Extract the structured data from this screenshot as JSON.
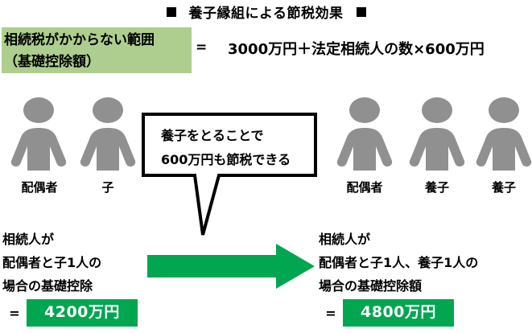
{
  "title": {
    "text": "養子縁組による節税効果",
    "marker": "■"
  },
  "formula": {
    "highlight_line1": "相続税がかからない範囲",
    "highlight_line2": "（基礎控除額）",
    "equals": "=",
    "expression": "3000万円＋法定相続人の数×600万円"
  },
  "people": {
    "left": [
      {
        "label": "配偶者"
      },
      {
        "label": "子"
      }
    ],
    "right": [
      {
        "label": "配偶者"
      },
      {
        "label": "養子"
      },
      {
        "label": "養子"
      }
    ]
  },
  "bubble": {
    "line1": "養子をとることで",
    "line2": "600万円も節税できる"
  },
  "left_case": {
    "line1": "相続人が",
    "line2": "配偶者と子1人の",
    "line3": "場合の基礎控除",
    "equals": "=",
    "amount": "4200万円"
  },
  "right_case": {
    "line1": "相続人が",
    "line2": "配偶者と子1人、養子1人の",
    "line3": "場合の基礎控除額",
    "equals": "=",
    "amount": "4800万円"
  },
  "colors": {
    "highlight_green": "#ADCE8E",
    "accent_green": "#00A650",
    "person_gray": "#909090",
    "text_black": "#000000"
  },
  "icons": {
    "person": "person-icon",
    "arrow": "right-arrow-icon",
    "bubble": "speech-bubble-icon"
  }
}
